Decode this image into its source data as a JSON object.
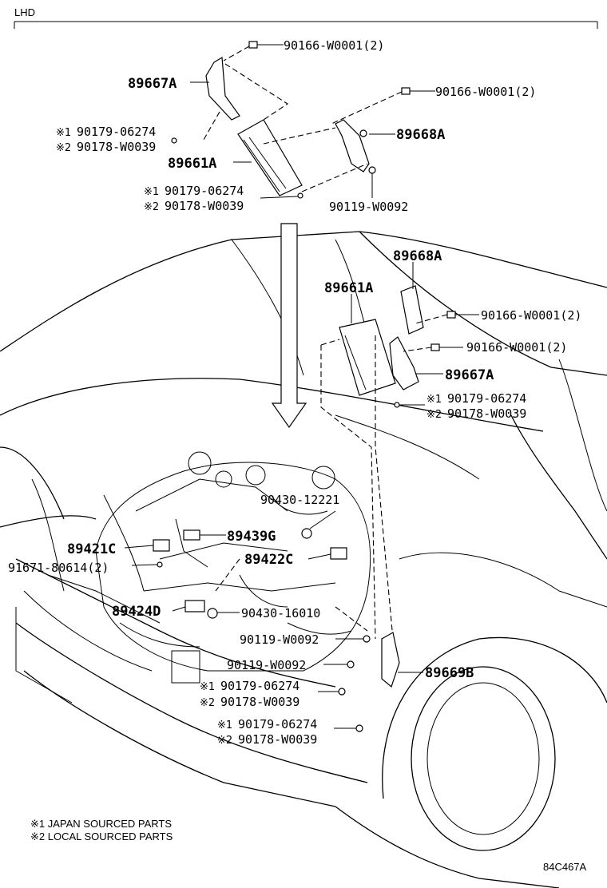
{
  "header": {
    "variant_label": "LHD"
  },
  "upper_group": {
    "bracket_left": "89667A",
    "bolt_top": "90166-W0001(2)",
    "bolt_right": "90166-W0001(2)",
    "bracket_right": "89668A",
    "ecu": "89661A",
    "nut1_a": "90179-06274",
    "nut1_b": "90178-W0039",
    "nut2_a": "90179-06274",
    "nut2_b": "90178-W0039",
    "bolt_lower": "90119-W0092"
  },
  "middle_group": {
    "bracket_right": "89668A",
    "ecu": "89661A",
    "bolt_a": "90166-W0001(2)",
    "bolt_b": "90166-W0001(2)",
    "bracket_left": "89667A",
    "nut_a": "90179-06274",
    "nut_b": "90178-W0039"
  },
  "engine_group": {
    "gasket_top": "90430-12221",
    "sensor_g": "89439G",
    "sensor_c1": "89421C",
    "sensor_c2": "89422C",
    "bolt_sensor": "91671-80614(2)",
    "sensor_d": "89424D",
    "gasket_mid": "90430-16010",
    "bolt_1": "90119-W0092",
    "bolt_2": "90119-W0092",
    "bracket_b": "89669B",
    "nut1_a": "90179-06274",
    "nut1_b": "90178-W0039",
    "nut2_a": "90179-06274",
    "nut2_b": "90178-W0039"
  },
  "markers": {
    "m1": "※1",
    "m2": "※2"
  },
  "legend": {
    "japan": "※1 JAPAN SOURCED PARTS",
    "local": "※2 LOCAL SOURCED PARTS"
  },
  "figure_code": "84C467A"
}
